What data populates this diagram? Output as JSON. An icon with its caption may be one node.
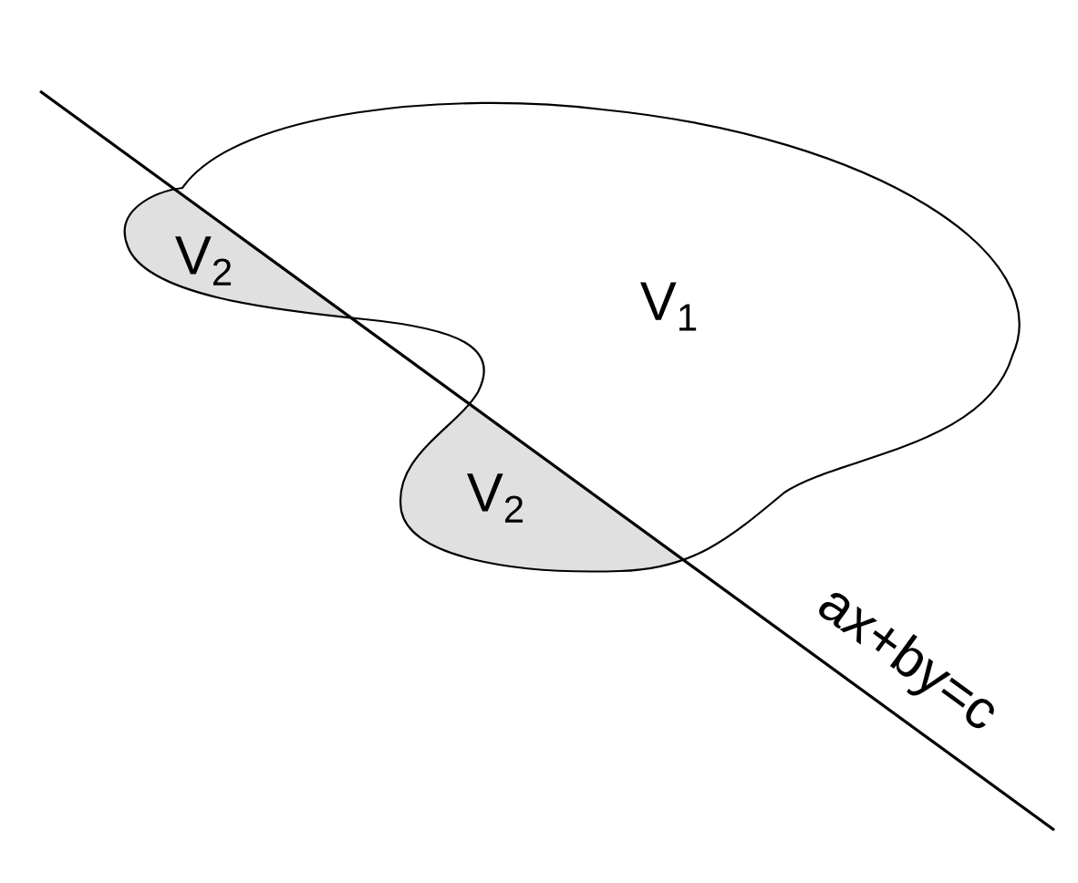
{
  "diagram": {
    "labels": [
      "V$_{2}$",
      "V$_{1}$",
      "V$_{2}$",
      "ax+by=c"
    ]
  }
}
